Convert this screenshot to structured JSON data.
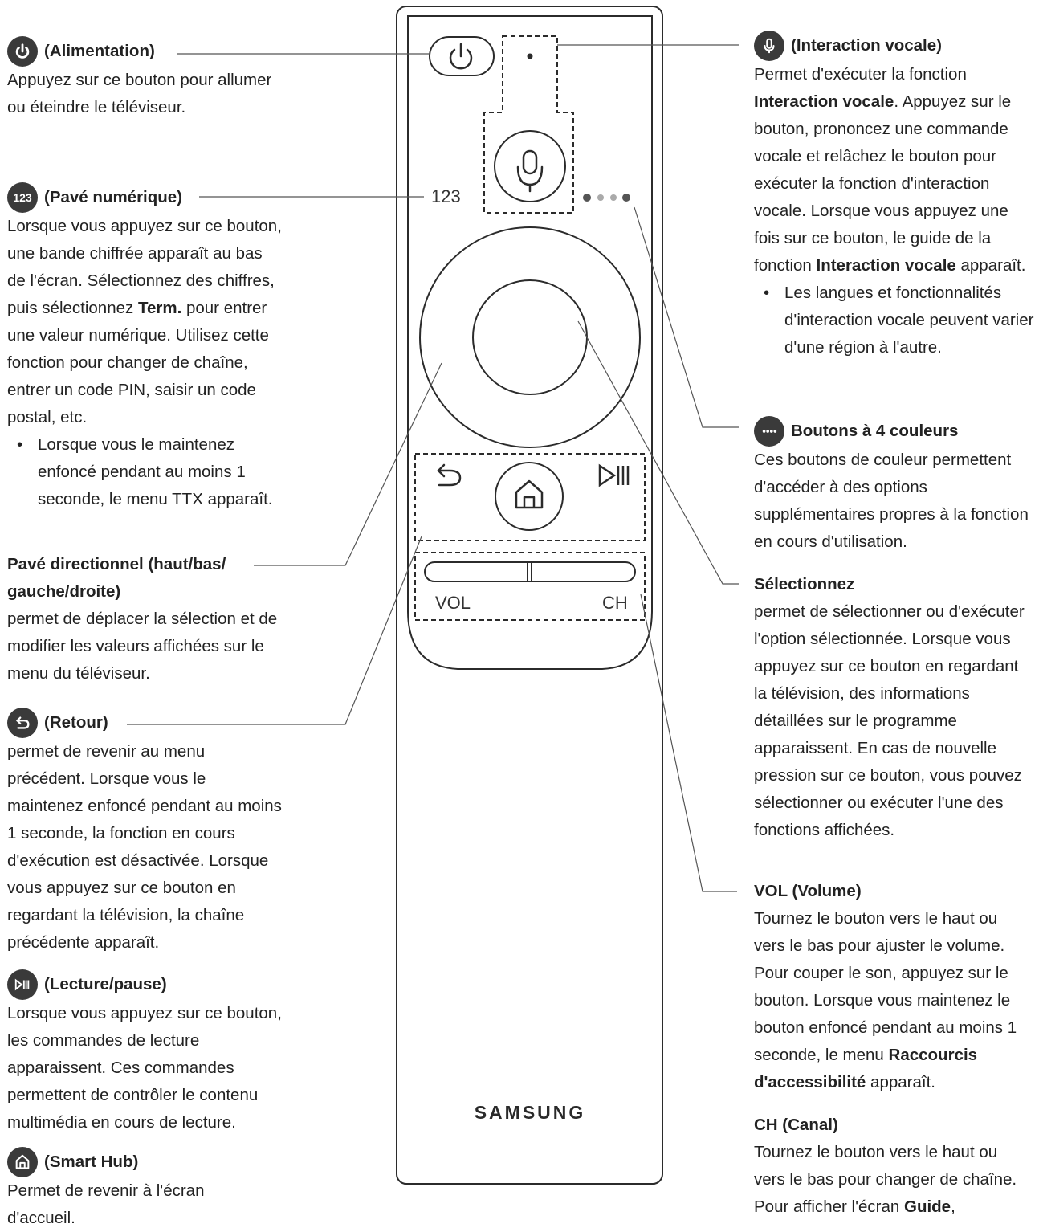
{
  "remote": {
    "label_123": "123",
    "label_vol": "VOL",
    "label_ch": "CH",
    "brand": "SAMSUNG"
  },
  "power": {
    "title": "(Alimentation)",
    "text": "Appuyez sur ce bouton pour allumer ou éteindre le téléviseur."
  },
  "numpad": {
    "badge": "123",
    "title": "(Pavé numérique)",
    "text_1": "Lorsque vous appuyez sur ce bouton, une bande chiffrée apparaît au bas de l'écran. Sélectionnez des chiffres, puis sélectionnez ",
    "text_bold": "Term.",
    "text_2": " pour entrer une valeur numérique. Utilisez cette fonction pour changer de chaîne, entrer un code PIN, saisir un code postal, etc.",
    "bullet": "Lorsque vous le maintenez enfoncé pendant au moins 1 seconde, le menu TTX apparaît."
  },
  "dpad": {
    "title_line1": "Pavé directionnel (haut/bas/",
    "title_line2": "gauche/droite)",
    "text": "permet de déplacer la sélection et de modifier les valeurs affichées sur le menu du téléviseur."
  },
  "back": {
    "title": "(Retour)",
    "text": "permet de revenir au menu précédent. Lorsque vous le maintenez enfoncé pendant au moins 1 seconde, la fonction en cours d'exécution est désactivée. Lorsque vous appuyez sur ce bouton en regardant la télévision, la chaîne précédente apparaît."
  },
  "playpause": {
    "title": "(Lecture/pause)",
    "text": "Lorsque vous appuyez sur ce bouton, les commandes de lecture apparaissent. Ces commandes permettent de contrôler le contenu multimédia en cours de lecture."
  },
  "smarthub": {
    "title": "(Smart Hub)",
    "text": "Permet de revenir à l'écran d'accueil."
  },
  "voice": {
    "title": "(Interaction vocale)",
    "text_1": "Permet d'exécuter la fonction ",
    "text_bold_1": "Interaction vocale",
    "text_2": ". Appuyez sur le bouton, prononcez une commande vocale et relâchez le bouton pour exécuter la fonction d'interaction vocale. Lorsque vous appuyez une fois sur ce bouton, le guide de la fonction ",
    "text_bold_2": "Interaction vocale",
    "text_3": " apparaît.",
    "bullet": "Les langues et fonctionnalités d'interaction vocale peuvent varier d'une région à l'autre."
  },
  "colors": {
    "title": "Boutons à 4 couleurs",
    "text": "Ces boutons de couleur permettent d'accéder à des options supplémentaires propres à la fonction en cours d'utilisation."
  },
  "select": {
    "title": "Sélectionnez",
    "text": "permet de sélectionner ou d'exécuter l'option sélectionnée. Lorsque vous appuyez sur ce bouton en regardant la télévision, des informations détaillées sur le programme apparaissent. En cas de nouvelle pression sur ce bouton, vous pouvez sélectionner ou exécuter l'une des fonctions affichées."
  },
  "volume": {
    "title": "VOL (Volume)",
    "text_1": "Tournez le bouton vers le haut ou vers le bas pour ajuster le volume. Pour couper le son, appuyez sur le bouton. Lorsque vous maintenez le bouton enfoncé pendant au moins 1 seconde, le menu ",
    "text_bold": "Raccourcis d'accessibilité",
    "text_2": " apparaît."
  },
  "channel": {
    "title": "CH (Canal)",
    "text_1": "Tournez le bouton vers le haut ou vers le bas pour changer de chaîne. Pour afficher l'écran ",
    "text_bold": "Guide",
    "text_2": ","
  }
}
